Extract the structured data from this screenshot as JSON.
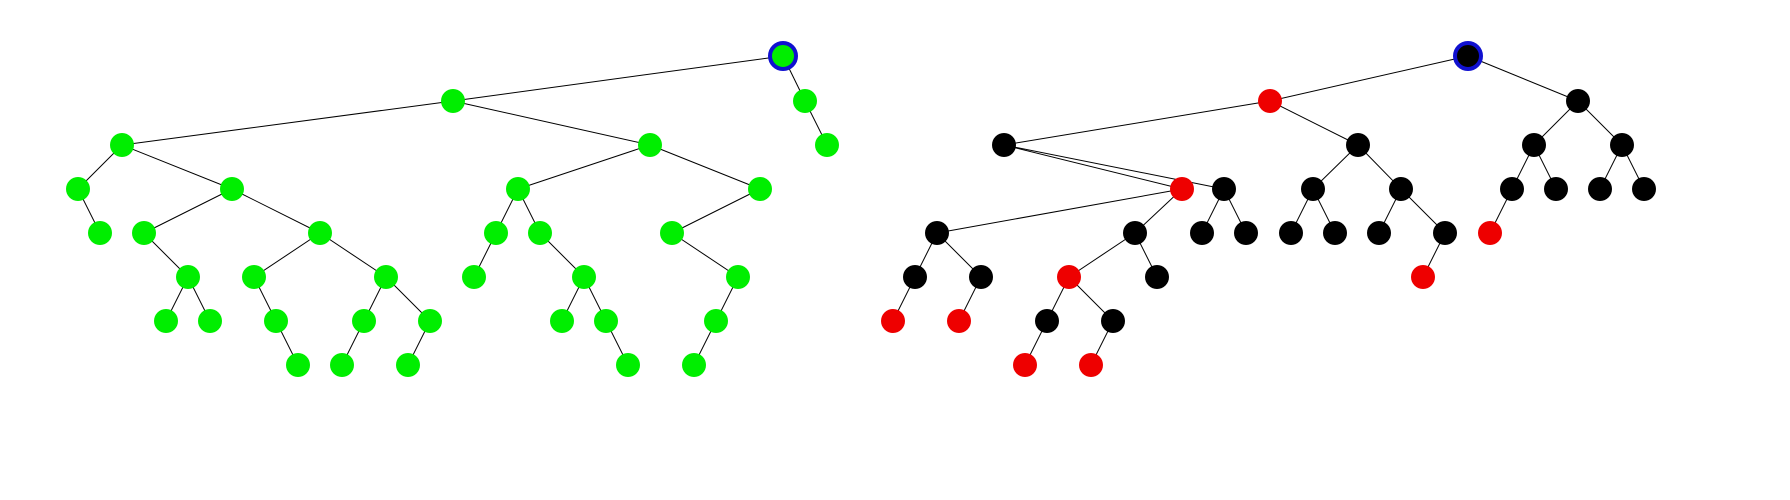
{
  "colors": {
    "background": "#ffffff",
    "edge": "#000000",
    "root_ring": "#1010d0",
    "green": "#00ee00",
    "black": "#000000",
    "red": "#ee0000"
  },
  "trees": [
    {
      "name": "green-tree",
      "root": {
        "c": "green",
        "root": true,
        "children": [
          {
            "c": "green",
            "children": [
              {
                "c": "green",
                "children": [
                  {
                    "c": "green",
                    "children": [
                      {
                        "c": "green"
                      }
                    ]
                  },
                  {
                    "c": "green",
                    "children": [
                      {
                        "c": "green",
                        "children": [
                          {
                            "c": "green",
                            "children": [
                              {
                                "c": "green"
                              },
                              {
                                "c": "green"
                              }
                            ]
                          }
                        ]
                      },
                      {
                        "c": "green",
                        "children": [
                          {
                            "c": "green",
                            "children": [
                              {
                                "c": "green",
                                "children": [
                                  {
                                    "c": "green"
                                  }
                                ]
                              }
                            ]
                          },
                          {
                            "c": "green",
                            "children": [
                              {
                                "c": "green",
                                "children": [
                                  {
                                    "c": "green"
                                  }
                                ]
                              },
                              {
                                "c": "green",
                                "children": [
                                  {
                                    "c": "green"
                                  }
                                ]
                              }
                            ]
                          }
                        ]
                      }
                    ]
                  }
                ]
              },
              {
                "c": "green",
                "children": [
                  {
                    "c": "green",
                    "children": [
                      {
                        "c": "green",
                        "children": [
                          {
                            "c": "green"
                          }
                        ]
                      },
                      {
                        "c": "green",
                        "children": [
                          {
                            "c": "green",
                            "children": [
                              {
                                "c": "green"
                              },
                              {
                                "c": "green",
                                "children": [
                                  {
                                    "c": "green"
                                  }
                                ]
                              }
                            ]
                          }
                        ]
                      }
                    ]
                  },
                  {
                    "c": "green",
                    "children": [
                      {
                        "c": "green",
                        "children": [
                          {
                            "c": "green",
                            "children": [
                              {
                                "c": "green",
                                "children": [
                                  {
                                    "c": "green"
                                  }
                                ]
                              }
                            ]
                          }
                        ]
                      }
                    ]
                  }
                ]
              }
            ]
          },
          {
            "c": "green",
            "children": [
              {
                "c": "green"
              }
            ]
          }
        ]
      }
    },
    {
      "name": "red-black-tree",
      "root": {
        "c": "black",
        "root": true,
        "children": [
          {
            "c": "red",
            "children": [
              {
                "c": "black",
                "children": [
                  {
                    "c": "red",
                    "children": [
                      {
                        "c": "black",
                        "children": [
                          {
                            "c": "black",
                            "children": [
                              {
                                "c": "red"
                              }
                            ]
                          },
                          {
                            "c": "black",
                            "children": [
                              {
                                "c": "red"
                              }
                            ]
                          }
                        ]
                      },
                      {
                        "c": "black",
                        "children": [
                          {
                            "c": "red",
                            "children": [
                              {
                                "c": "black",
                                "children": [
                                  {
                                    "c": "red"
                                  }
                                ]
                              },
                              {
                                "c": "black",
                                "children": [
                                  {
                                    "c": "red"
                                  }
                                ]
                              }
                            ]
                          },
                          {
                            "c": "black"
                          }
                        ]
                      }
                    ]
                  },
                  {
                    "c": "black",
                    "children": [
                      {
                        "c": "black"
                      },
                      {
                        "c": "black"
                      }
                    ]
                  }
                ]
              },
              {
                "c": "black",
                "children": [
                  {
                    "c": "black",
                    "children": [
                      {
                        "c": "black"
                      },
                      {
                        "c": "black"
                      }
                    ]
                  },
                  {
                    "c": "black",
                    "children": [
                      {
                        "c": "black"
                      },
                      {
                        "c": "black",
                        "children": [
                          {
                            "c": "red"
                          }
                        ]
                      }
                    ]
                  }
                ]
              }
            ]
          },
          {
            "c": "black",
            "children": [
              {
                "c": "black",
                "children": [
                  {
                    "c": "black",
                    "children": [
                      {
                        "c": "red"
                      }
                    ]
                  },
                  {
                    "c": "black"
                  }
                ]
              },
              {
                "c": "black",
                "children": [
                  {
                    "c": "black"
                  },
                  {
                    "c": "black"
                  }
                ]
              }
            ]
          }
        ]
      }
    }
  ]
}
